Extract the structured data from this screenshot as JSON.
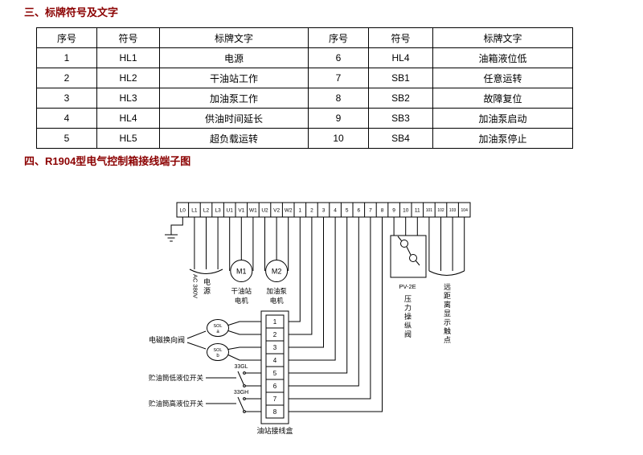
{
  "headings": {
    "section3": "三、标牌符号及文字",
    "section4": "四、R1904型电气控制箱接线端子图"
  },
  "colors": {
    "heading": "#8B0000",
    "line": "#000000"
  },
  "table": {
    "headers": [
      "序号",
      "符号",
      "标牌文字",
      "序号",
      "符号",
      "标牌文字"
    ],
    "rows": [
      [
        "1",
        "HL1",
        "电源",
        "6",
        "HL4",
        "油箱液位低"
      ],
      [
        "2",
        "HL2",
        "干油站工作",
        "7",
        "SB1",
        "任意运转"
      ],
      [
        "3",
        "HL3",
        "加油泵工作",
        "8",
        "SB2",
        "故障复位"
      ],
      [
        "4",
        "HL4",
        "供油时间延长",
        "9",
        "SB3",
        "加油泵启动"
      ],
      [
        "5",
        "HL5",
        "超负载运转",
        "10",
        "SB4",
        "加油泵停止"
      ]
    ]
  },
  "diagram": {
    "terminals": [
      "L0",
      "L1",
      "L2",
      "L3",
      "U1",
      "V1",
      "W1",
      "U2",
      "V2",
      "W2",
      "1",
      "2",
      "3",
      "4",
      "5",
      "6",
      "7",
      "8",
      "9",
      "10",
      "11",
      "101",
      "102",
      "103",
      "104"
    ],
    "junction_terminals": [
      "1",
      "2",
      "3",
      "4",
      "5",
      "6",
      "7",
      "8"
    ],
    "labels": {
      "ac_power_latin": "AC 380V",
      "ac_power_cjk": "电源",
      "motor1": "M1",
      "motor1_name1": "干油站",
      "motor1_name2": "电机",
      "motor2": "M2",
      "motor2_name1": "加油泵",
      "motor2_name2": "电机",
      "solenoid_valve": "电磁换向阀",
      "sol_a1": "SOL",
      "sol_a2": "a",
      "sol_b1": "SOL",
      "sol_b2": "b",
      "low_level_code": "33GL",
      "low_level_switch": "贮油筒低液位开关",
      "high_level_code": "33GH",
      "high_level_switch": "贮油筒高液位开关",
      "junction_box": "油站接线盒",
      "pv2e": "PV-2E",
      "pressure_valve": "压力操纵阀",
      "remote_contacts": "远距离显示触点"
    }
  }
}
